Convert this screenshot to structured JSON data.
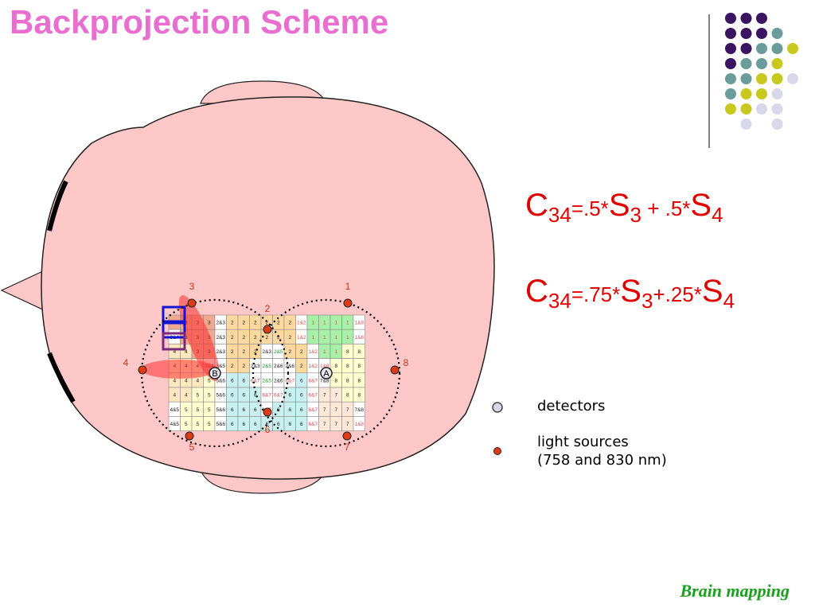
{
  "title": "Backprojection Scheme",
  "formula1": {
    "c": "C",
    "c_sub": "34",
    "coef1": "=.5*",
    "s1": "S",
    "s1_sub": "3",
    "coef2": " + .5*",
    "s2": "S",
    "s2_sub": "4"
  },
  "formula2": {
    "c": "C",
    "c_sub": "34",
    "coef1": "=.75*",
    "s1": "S",
    "s1_sub": "3",
    "coef2": "+.25*",
    "s2": "S",
    "s2_sub": "4"
  },
  "legend": {
    "detectors": "detectors",
    "sources_line1": "light sources",
    "sources_line2": "(758 and 830 nm)"
  },
  "footer": "Brain mapping",
  "sources": [
    {
      "label": "1"
    },
    {
      "label": "2"
    },
    {
      "label": "3"
    },
    {
      "label": "4"
    },
    {
      "label": "5"
    },
    {
      "label": "6"
    },
    {
      "label": "7"
    },
    {
      "label": "8"
    }
  ],
  "detector_labels": [
    "A",
    "B"
  ],
  "grid_rows": [
    [
      "3",
      "3",
      "3",
      "3",
      "2&3",
      "2",
      "2",
      "2",
      "2",
      "2",
      "2",
      "1&2",
      "1",
      "1",
      "1",
      "1",
      "1&8"
    ],
    [
      "3&4",
      "3",
      "3",
      "3",
      "2&3",
      "2",
      "2",
      "2",
      "2",
      "2",
      "2",
      "1&2",
      "1",
      "1",
      "1",
      "1",
      "1&8"
    ],
    [
      "4",
      "4",
      "3",
      "3",
      "2&3",
      "2",
      "2",
      "2",
      "2&3",
      "2&5",
      "2",
      "2",
      "1&2",
      "1",
      "1",
      "8",
      "8"
    ],
    [
      "4",
      "4",
      "4",
      "3&4",
      "3&5",
      "2",
      "2",
      "2&3",
      "2&5",
      "2&6",
      "2&6",
      "2",
      "1&2",
      "1&8",
      "8",
      "8",
      "8"
    ],
    [
      "4",
      "4",
      "4",
      "5",
      "5&6",
      "6",
      "6",
      "6&7",
      "2&5",
      "2&6",
      "6&7",
      "6",
      "6&7",
      "7&8",
      "8",
      "8",
      "8"
    ],
    [
      "4",
      "4",
      "5",
      "5",
      "5&6",
      "6",
      "6",
      "6",
      "6&7",
      "6&7",
      "6",
      "6",
      "6&7",
      "7",
      "7",
      "8",
      "8"
    ],
    [
      "4&5",
      "5",
      "5",
      "5",
      "5&6",
      "6",
      "6",
      "6",
      "6&7",
      "6",
      "6",
      "6",
      "6&7",
      "7",
      "7",
      "7",
      "7&8"
    ],
    [
      "4&5",
      "5",
      "5",
      "5",
      "5&6",
      "6",
      "6",
      "6",
      "6",
      "6",
      "6",
      "6",
      "6&7",
      "7",
      "7",
      "7",
      "1&8"
    ]
  ],
  "colors": {
    "title": "#e86fd0",
    "head": "#ffc8c8",
    "formula": "#e00000",
    "source": "#e03a14",
    "footer": "#1aa01a",
    "deco_purple": "#3a1460",
    "deco_teal": "#6a9c9a",
    "deco_yellow": "#c8c81e",
    "deco_lavender": "#d8d8ea"
  }
}
